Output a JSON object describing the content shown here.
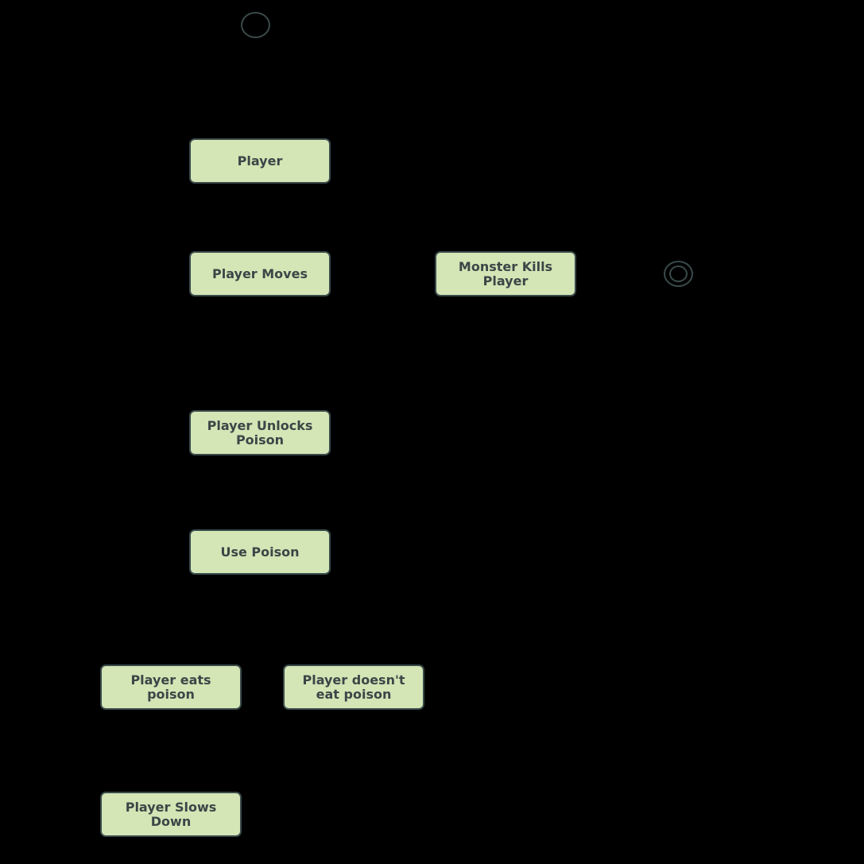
{
  "diagram": {
    "states": {
      "player": "Player",
      "player_moves": "Player Moves",
      "monster_kills_player": "Monster Kills Player",
      "player_unlocks_poison": "Player Unlocks Poison",
      "use_poison": "Use Poison",
      "player_eats_poison": "Player eats poison",
      "player_doesnt_eat_poison": "Player doesn't eat poison",
      "player_slows_down": "Player Slows Down"
    },
    "colors": {
      "background": "#000000",
      "state_fill": "#d4e5b6",
      "state_border": "#3a4a4a",
      "state_text": "#3a4747"
    }
  }
}
